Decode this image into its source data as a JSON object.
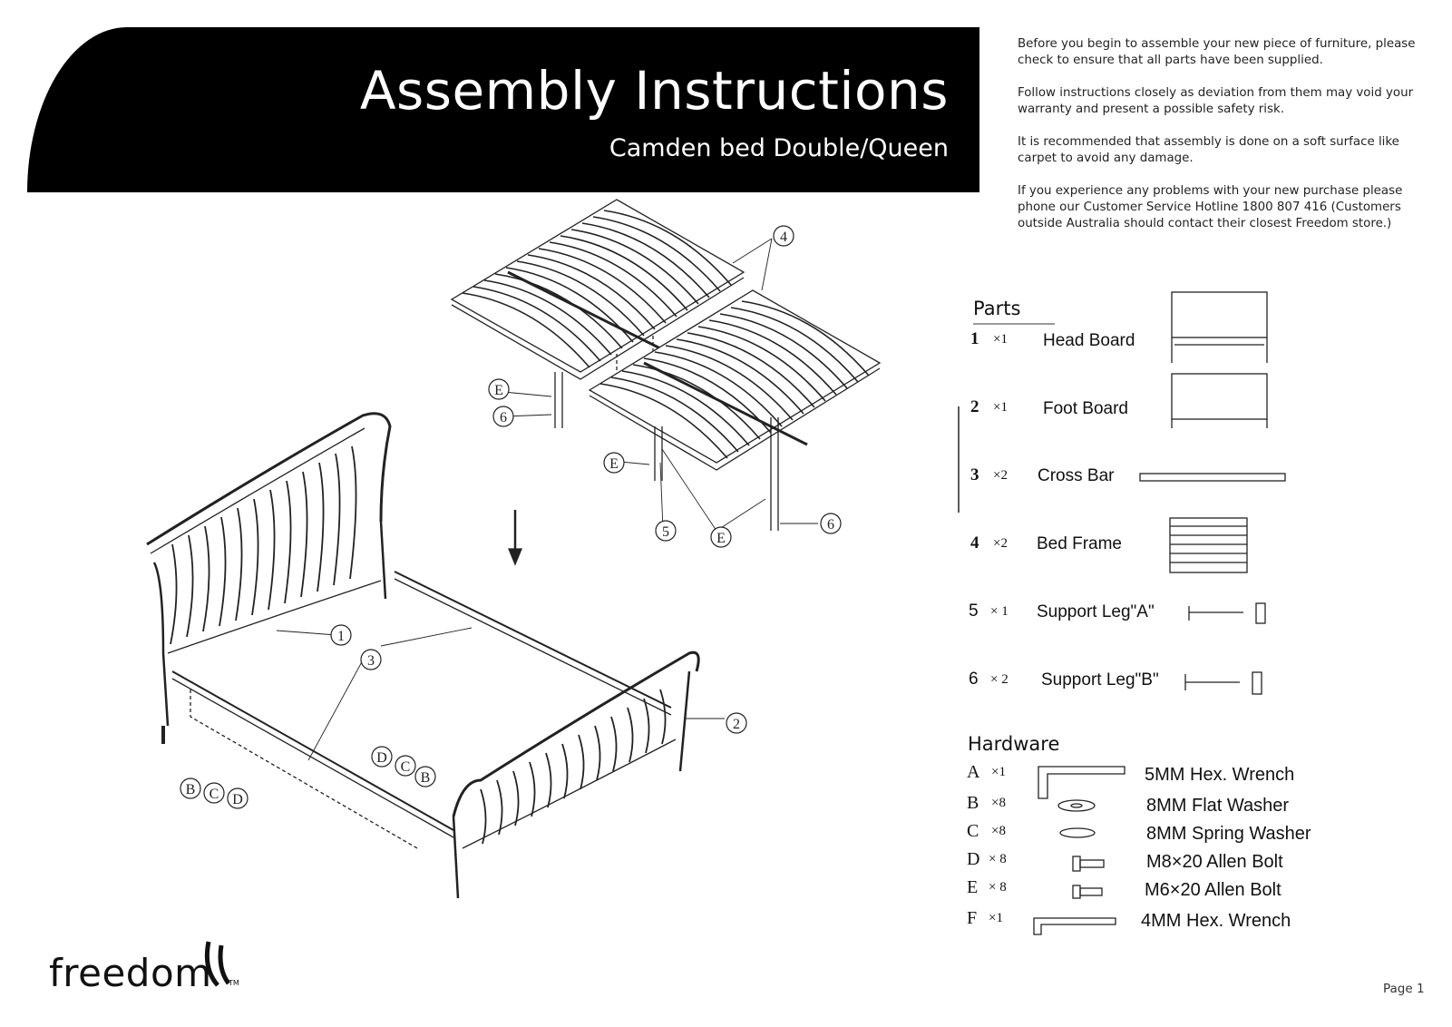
{
  "header": {
    "title": "Assembly Instructions",
    "subtitle": "Camden bed Double/Queen"
  },
  "intro": [
    "Before you begin to assemble your new piece of furniture, please check to ensure that all parts have been supplied.",
    "Follow instructions closely as deviation from them may void your warranty and present a possible safety risk.",
    "It is recommended that assembly is done on a soft surface like carpet to avoid any damage.",
    "If you experience any problems with your new purchase please phone our Customer Service Hotline 1800 807 416 (Customers outside Australia should contact their closest Freedom store.)"
  ],
  "parts": {
    "heading": "Parts",
    "items": [
      {
        "num": "1",
        "qty": "×1",
        "name": "Head Board"
      },
      {
        "num": "2",
        "qty": "×1",
        "name": "Foot Board"
      },
      {
        "num": "3",
        "qty": "×2",
        "name": "Cross Bar"
      },
      {
        "num": "4",
        "qty": "×2",
        "name": "Bed Frame"
      },
      {
        "num": "5",
        "qty": "× 1",
        "name": "Support Leg\"A\""
      },
      {
        "num": "6",
        "qty": "× 2",
        "name": "Support Leg\"B\""
      }
    ]
  },
  "hardware": {
    "heading": "Hardware",
    "items": [
      {
        "letter": "A",
        "qty": "×1",
        "name": "5MM Hex. Wrench"
      },
      {
        "letter": "B",
        "qty": "×8",
        "name": "8MM Flat Washer"
      },
      {
        "letter": "C",
        "qty": "×8",
        "name": "8MM Spring Washer"
      },
      {
        "letter": "D",
        "qty": "× 8",
        "name": "M8×20 Allen Bolt"
      },
      {
        "letter": "E",
        "qty": "× 8",
        "name": "M6×20 Allen Bolt"
      },
      {
        "letter": "F",
        "qty": "×1",
        "name": "4MM Hex. Wrench"
      }
    ]
  },
  "callouts": [
    "1",
    "2",
    "3",
    "4",
    "5",
    "6",
    "6",
    "E",
    "E",
    "E",
    "B",
    "C",
    "D",
    "D",
    "C",
    "B"
  ],
  "logo": {
    "text": "freedom",
    "tm": "TM"
  },
  "footer": {
    "page": "Page 1"
  }
}
